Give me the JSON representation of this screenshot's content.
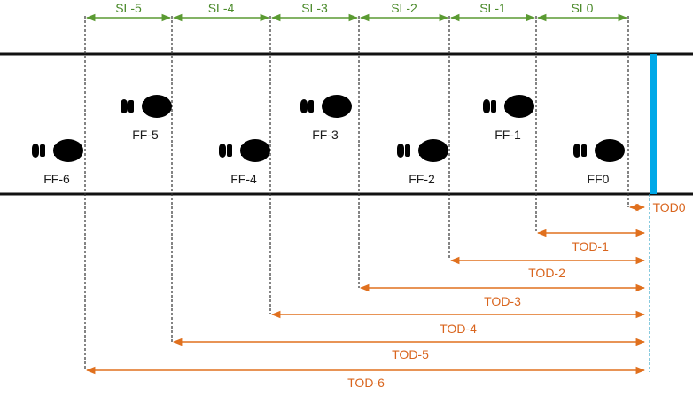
{
  "colors": {
    "stride": "#5a9a32",
    "tod": "#e0701e",
    "track": "#111111",
    "guide": "#333333",
    "finish": "#00a8e8",
    "finish_guide": "#3aa8c8",
    "foot": "#000000"
  },
  "stride_labels": [
    "SL-5",
    "SL-4",
    "SL-3",
    "SL-2",
    "SL-1",
    "SL0"
  ],
  "footfalls": [
    {
      "label": "FF-6",
      "icon": "shoe-print-icon"
    },
    {
      "label": "FF-5",
      "icon": "shoe-print-icon"
    },
    {
      "label": "FF-4",
      "icon": "shoe-print-icon"
    },
    {
      "label": "FF-3",
      "icon": "shoe-print-icon"
    },
    {
      "label": "FF-2",
      "icon": "shoe-print-icon"
    },
    {
      "label": "FF-1",
      "icon": "shoe-print-icon"
    },
    {
      "label": "FF0",
      "icon": "shoe-print-icon"
    }
  ],
  "tod_labels": [
    "TOD0",
    "TOD-1",
    "TOD-2",
    "TOD-3",
    "TOD-4",
    "TOD-5",
    "TOD-6"
  ]
}
